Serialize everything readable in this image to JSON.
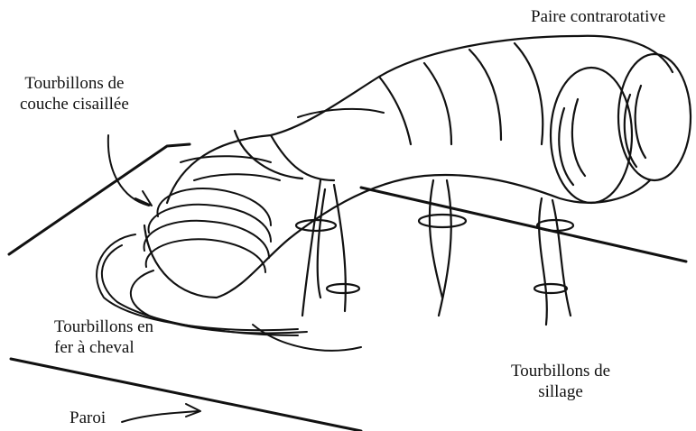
{
  "labels": {
    "pair": "Paire contrarotative",
    "shear_line1": "Tourbillons de",
    "shear_line2": "couche cisaillée",
    "horseshoe_line1": "Tourbillons en",
    "horseshoe_line2": "fer à cheval",
    "wake_line1": "Tourbillons de",
    "wake_line2": "sillage",
    "wall": "Paroi"
  },
  "colors": {
    "ink": "#111111",
    "background": "#ffffff"
  }
}
